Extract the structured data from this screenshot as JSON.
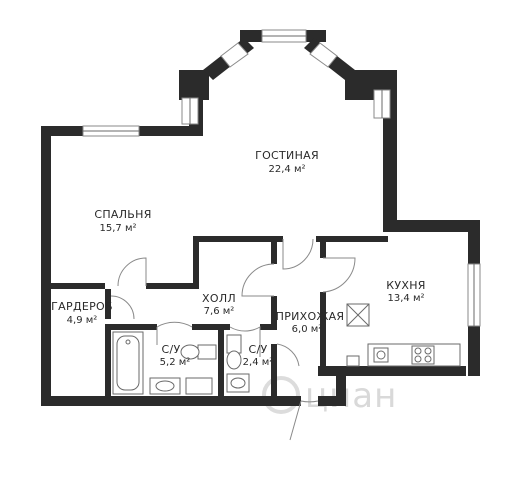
{
  "rooms": {
    "living": {
      "name": "ГОСТИНАЯ",
      "area": "22,4 м²"
    },
    "bedroom": {
      "name": "СПАЛЬНЯ",
      "area": "15,7 м²"
    },
    "kitchen": {
      "name": "КУХНЯ",
      "area": "13,4 м²"
    },
    "wardrobe": {
      "name": "ГАРДЕРОБ",
      "area": "4,9 м²"
    },
    "hall": {
      "name": "ХОЛЛ",
      "area": "7,6 м²"
    },
    "entrance": {
      "name": "ПРИХОЖАЯ",
      "area": "6,0 м²"
    },
    "bath1": {
      "name": "С/У",
      "area": "5,2 м²"
    },
    "bath2": {
      "name": "С/У",
      "area": "2,4 м²"
    }
  },
  "watermark": "циан",
  "colors": {
    "wall": "#2b2b2b",
    "background": "#ffffff"
  }
}
